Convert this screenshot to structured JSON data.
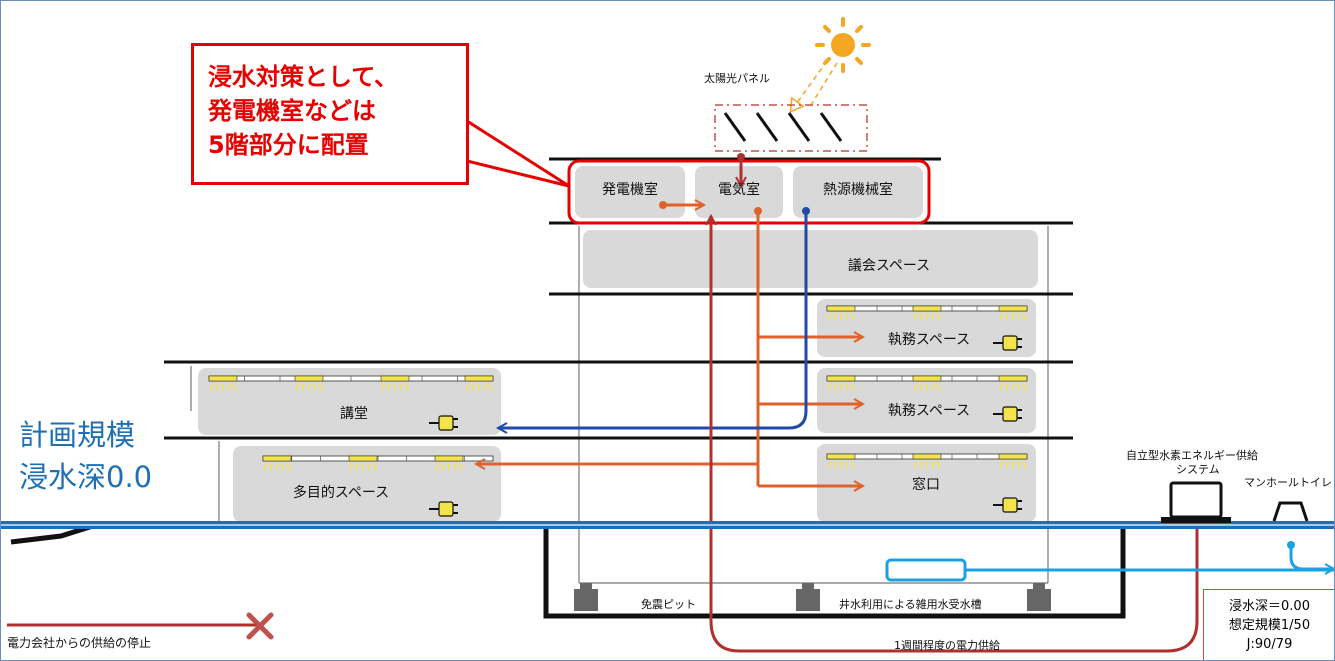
{
  "colors": {
    "red_accent": "#e60000",
    "orange_line": "#e0622a",
    "blue_line": "#1f4aa8",
    "light_blue_line": "#1ba1e2",
    "dark_red_line": "#b03030",
    "sun": "#f5a623",
    "room_fill": "#d9d9d9",
    "ground_blue": "#1f6fb5",
    "lamp_yellow": "#f2e44a"
  },
  "callout": {
    "lines": [
      "浸水対策として、",
      "発電機室などは",
      "5階部分に配置"
    ]
  },
  "solar_panel_label": "太陽光パネル",
  "top_floor_rooms": {
    "generator": "発電機室",
    "electrical": "電気室",
    "heat_source": "熱源機械室"
  },
  "rooms": {
    "assembly": "議会スペース",
    "office_upper": "執務スペース",
    "office_lower": "執務スペース",
    "counter": "窓口",
    "auditorium": "講堂",
    "multipurpose": "多目的スペース"
  },
  "plan_label": {
    "line1": "計画規模",
    "line2": "浸水深0.0"
  },
  "basement": {
    "seismic_pit": "免震ピット",
    "well_tank": "井水利用による雑用水受水槽"
  },
  "hydrogen_system": {
    "line1": "自立型水素エネルギー供給",
    "line2": "システム"
  },
  "manhole_toilet": "マンホールトイレ",
  "depth_box": {
    "line1": "浸水深＝0.00",
    "line2": "想定規模1/50",
    "line3": "J:90/79"
  },
  "grid_supply_stop": "電力会社からの供給の停止",
  "power_supply_week": "1週間程度の電力供給"
}
